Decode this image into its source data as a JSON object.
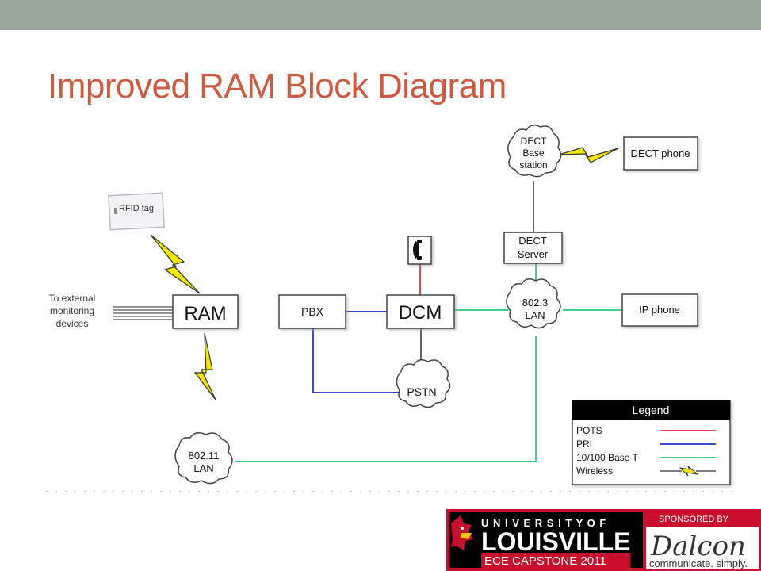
{
  "slide": {
    "title": "Improved RAM Block Diagram"
  },
  "diagram": {
    "rfid_tag": "RFID tag",
    "external_label": [
      "To external",
      "monitoring",
      "devices"
    ],
    "ram": "RAM",
    "pbx": "PBX",
    "dcm": "DCM",
    "pstn": "PSTN",
    "dect_base": [
      "DECT",
      "Base",
      "station"
    ],
    "dect_phone": "DECT phone",
    "dect_server": [
      "DECT",
      "Server"
    ],
    "lan_8023": [
      "802.3",
      "LAN"
    ],
    "ip_phone": "IP phone",
    "lan_80211": [
      "802.11",
      "LAN"
    ]
  },
  "legend": {
    "title": "Legend",
    "items": [
      {
        "label": "POTS",
        "color": "#e8474a"
      },
      {
        "label": "PRI",
        "color": "#3c48d6"
      },
      {
        "label": "10/100 Base T",
        "color": "#3fd18a"
      },
      {
        "label": "Wireless",
        "color": "#f5e600"
      }
    ]
  },
  "footer": {
    "university_top": "U N I V E R S I T Y   O F",
    "university_name": "LOUISVILLE",
    "capstone": "ECE CAPSTONE 2011",
    "sponsored_by": "SPONSORED BY",
    "sponsor_name": "Dalcon",
    "sponsor_tagline": "communicate. simply.",
    "colors": {
      "red": "#c8102e",
      "black": "#000000",
      "white": "#ffffff"
    }
  }
}
